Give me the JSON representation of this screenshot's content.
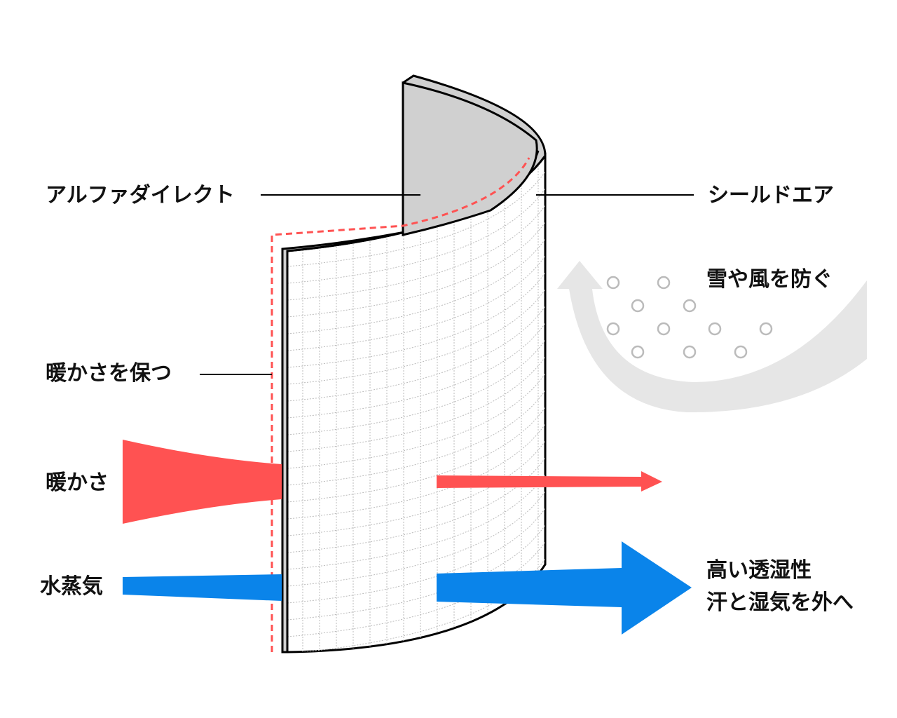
{
  "labels": {
    "alpha_direct": "アルファダイレクト",
    "shield_air": "シールドエア",
    "block_snow_wind": "雪や風を防ぐ",
    "keep_warm": "暖かさを保つ",
    "warmth": "暖かさ",
    "water_vapor": "水蒸気",
    "high_breathability": "高い透湿性",
    "sweat_out": "汗と湿気を外へ"
  },
  "colors": {
    "warmth": "#ff5252",
    "vapor": "#0a84ea",
    "wind_arrow": "#e6e6e6",
    "fleece": "#d0d0d0"
  }
}
